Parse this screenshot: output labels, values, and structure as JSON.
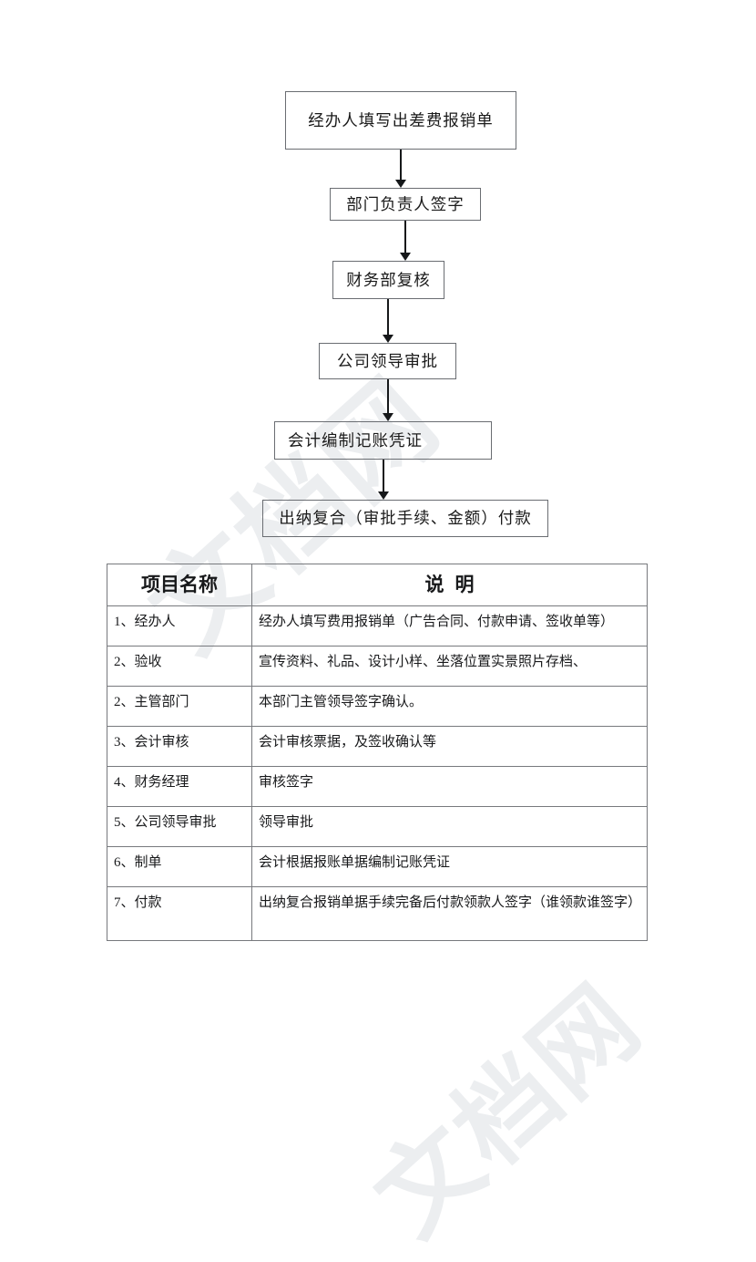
{
  "document": {
    "watermarks": [
      "文档网",
      "文档网"
    ]
  },
  "flowchart": {
    "nodes": [
      {
        "id": "step-1",
        "label": "经办人填写出差费报销单",
        "align": "center"
      },
      {
        "id": "step-2",
        "label": "部门负责人签字",
        "align": "center"
      },
      {
        "id": "step-3",
        "label": "财务部复核",
        "align": "center"
      },
      {
        "id": "step-4",
        "label": "公司领导审批",
        "align": "center"
      },
      {
        "id": "step-5",
        "label": "会计编制记账凭证",
        "align": "left"
      },
      {
        "id": "step-6",
        "label": "出纳复合（审批手续、金额）付款",
        "align": "center"
      }
    ]
  },
  "table": {
    "headers": {
      "name": "项目名称",
      "description_a": "说",
      "description_b": "明"
    },
    "rows": [
      {
        "name": "1、经办人",
        "description": "经办人填写费用报销单（广告合同、付款申请、签收单等）"
      },
      {
        "name": "2、验收",
        "description": "宣传资料、礼品、设计小样、坐落位置实景照片存档、"
      },
      {
        "name": "2、主管部门",
        "description": "本部门主管领导签字确认。"
      },
      {
        "name": "3、会计审核",
        "description": "会计审核票据，及签收确认等"
      },
      {
        "name": "4、财务经理",
        "description": "审核签字"
      },
      {
        "name": "5、公司领导审批",
        "description": "领导审批"
      },
      {
        "name": "6、制单",
        "description": "会计根据报账单据编制记账凭证"
      },
      {
        "name": "7、付款",
        "description": "出纳复合报销单据手续完备后付款领款人签字（谁领款谁签字）"
      }
    ]
  }
}
